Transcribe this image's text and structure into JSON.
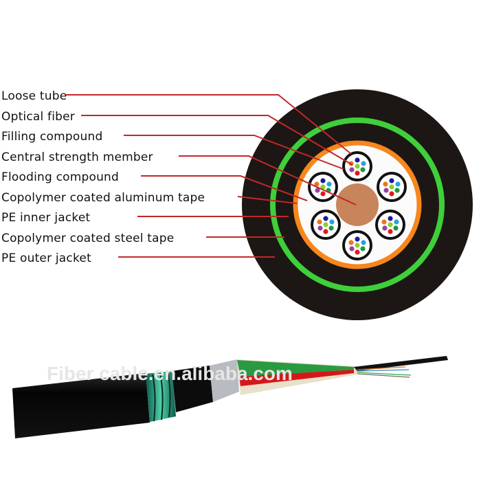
{
  "labels": [
    "Loose tube",
    "Optical fiber",
    "Filling compound",
    "Central strength member",
    "Flooding compound",
    "Copolymer coated aluminum tape",
    "PE inner jacket",
    "Copolymer coated steel tape",
    "PE outer jacket"
  ],
  "watermark": "Fiber cable.en.alibaba.com",
  "colors": {
    "leader": "#c0282a",
    "outer_jacket": "#1c1714",
    "steel_tape": "#3fcf3a",
    "aluminum_tape": "#f7861c",
    "core": "#c8845a",
    "fibers": [
      "#1a1aa0",
      "#2aa0e0",
      "#1a9a40",
      "#e01a1a",
      "#9a40a0",
      "#e8781a",
      "#8ad02a"
    ]
  }
}
